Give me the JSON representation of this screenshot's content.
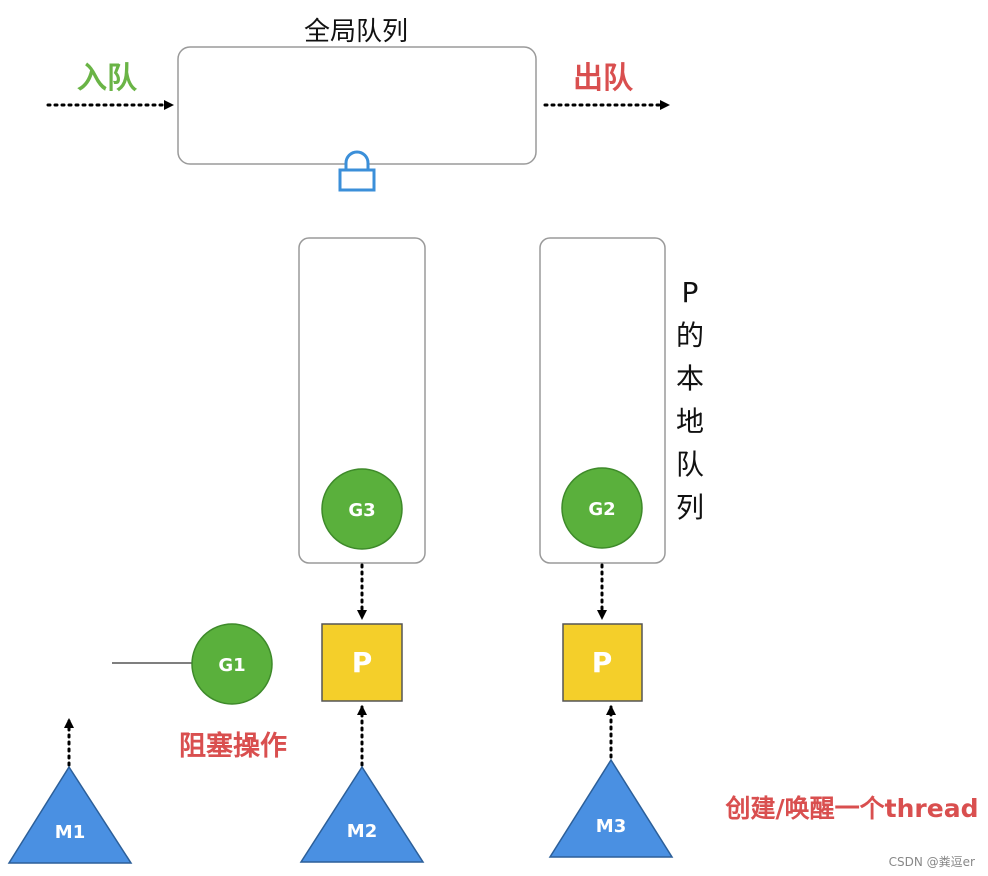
{
  "global_queue": {
    "title": "全局队列"
  },
  "enqueue_label": "入队",
  "dequeue_label": "出队",
  "local_queue_label": [
    "P",
    "的",
    "本",
    "地",
    "队",
    "列"
  ],
  "goroutines": {
    "g1": "G1",
    "g2": "G2",
    "g3": "G3"
  },
  "processors": {
    "p_left": "P",
    "p_right": "P"
  },
  "machines": {
    "m1": "M1",
    "m2": "M2",
    "m3": "M3"
  },
  "blocking_label": "阻塞操作",
  "create_wake_label": "创建/唤醒一个thread",
  "watermark": "CSDN @粪逗er",
  "colors": {
    "green_label": "#6ab446",
    "red_label": "#d94f4f",
    "goroutine_fill": "#5ab03c",
    "processor_fill": "#f4cf2a",
    "machine_fill": "#4a90e2",
    "lock_icon": "#3b8fd9",
    "box_stroke": "#9a9a9a"
  }
}
